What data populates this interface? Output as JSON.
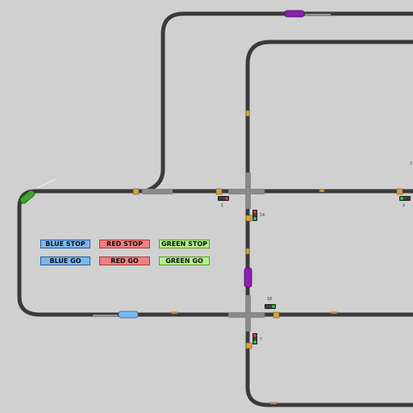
{
  "controls": {
    "blue_stop": "BLUE STOP",
    "red_stop": "RED STOP",
    "green_stop": "GREEN STOP",
    "blue_go": "BLUE GO",
    "red_go": "RED GO",
    "green_go": "GREEN GO"
  },
  "signal_labels": [
    "1",
    "2",
    "14",
    "18",
    "7",
    "2"
  ],
  "colors": {
    "background": "#d0d0d0",
    "track": "#3a3a3a",
    "junction": "#8a8a8a",
    "blue_train": "#7ab9f0",
    "red_train": "#8a1fb0",
    "green_train": "#3aa82a"
  }
}
